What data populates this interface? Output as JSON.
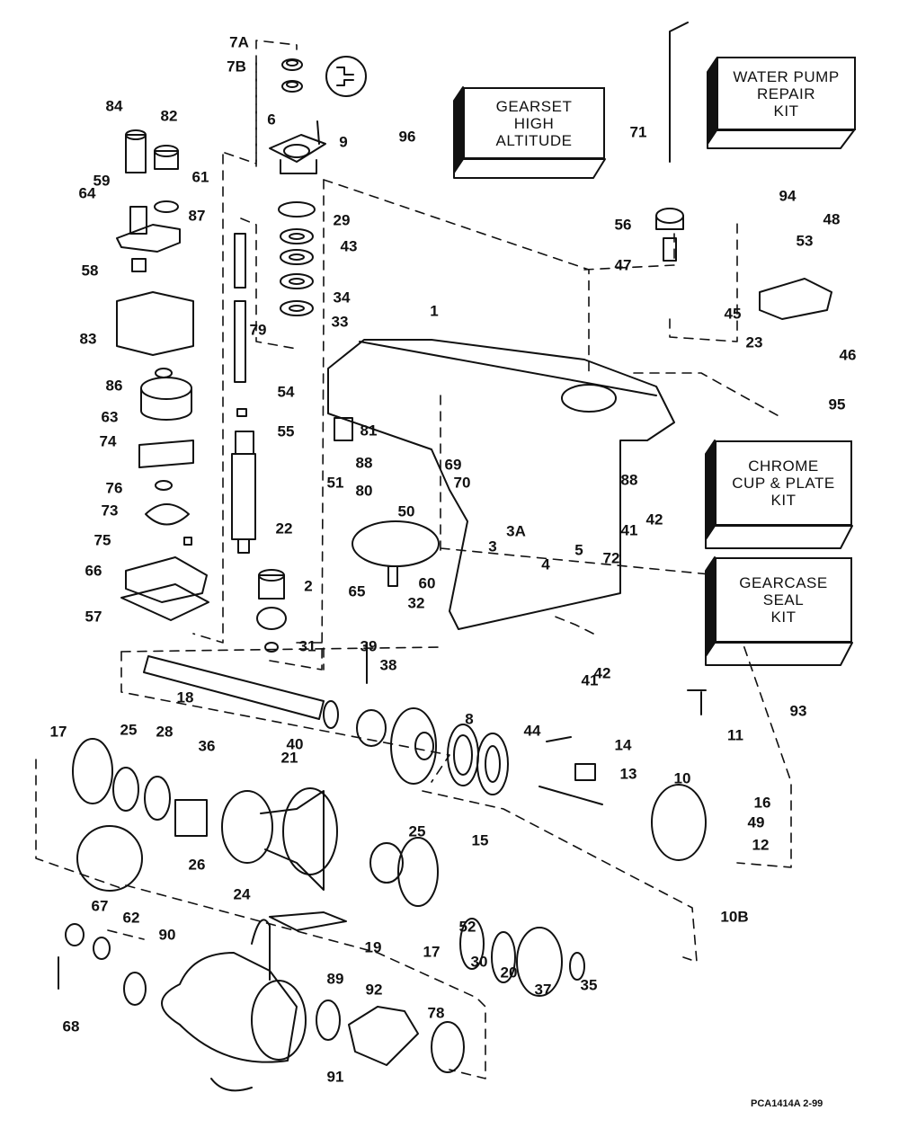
{
  "diagram": {
    "type": "exploded-parts-view",
    "subject": "Outboard lower unit gearcase",
    "reference_code": "PCA1414A  2-99"
  },
  "kits": [
    {
      "id": "96",
      "name": "GEARSET\nHIGH\nALTITUDE"
    },
    {
      "id": "94",
      "name": "WATER PUMP\nREPAIR\nKIT"
    },
    {
      "id": "95",
      "name": "CHROME\nCUP & PLATE\nKIT"
    },
    {
      "id": "93",
      "name": "GEARCASE\nSEAL\nKIT"
    }
  ],
  "callouts": [
    "7A",
    "7B",
    "84",
    "82",
    "6",
    "9",
    "96",
    "71",
    "94",
    "59",
    "61",
    "64",
    "87",
    "29",
    "43",
    "58",
    "34",
    "33",
    "79",
    "83",
    "56",
    "47",
    "48",
    "53",
    "45",
    "23",
    "46",
    "1",
    "86",
    "54",
    "63",
    "55",
    "74",
    "81",
    "88",
    "51",
    "69",
    "80",
    "70",
    "50",
    "76",
    "22",
    "73",
    "75",
    "88",
    "3A",
    "3",
    "5",
    "72",
    "41",
    "42",
    "4",
    "66",
    "2",
    "65",
    "60",
    "57",
    "32",
    "31",
    "39",
    "42",
    "41",
    "18",
    "38",
    "8",
    "44",
    "40",
    "17",
    "25",
    "28",
    "36",
    "14",
    "21",
    "13",
    "26",
    "15",
    "10",
    "16",
    "49",
    "12",
    "24",
    "25",
    "17",
    "10B",
    "67",
    "62",
    "52",
    "90",
    "19",
    "30",
    "20",
    "37",
    "35",
    "89",
    "92",
    "78",
    "68",
    "91",
    "95",
    "93",
    "11"
  ]
}
